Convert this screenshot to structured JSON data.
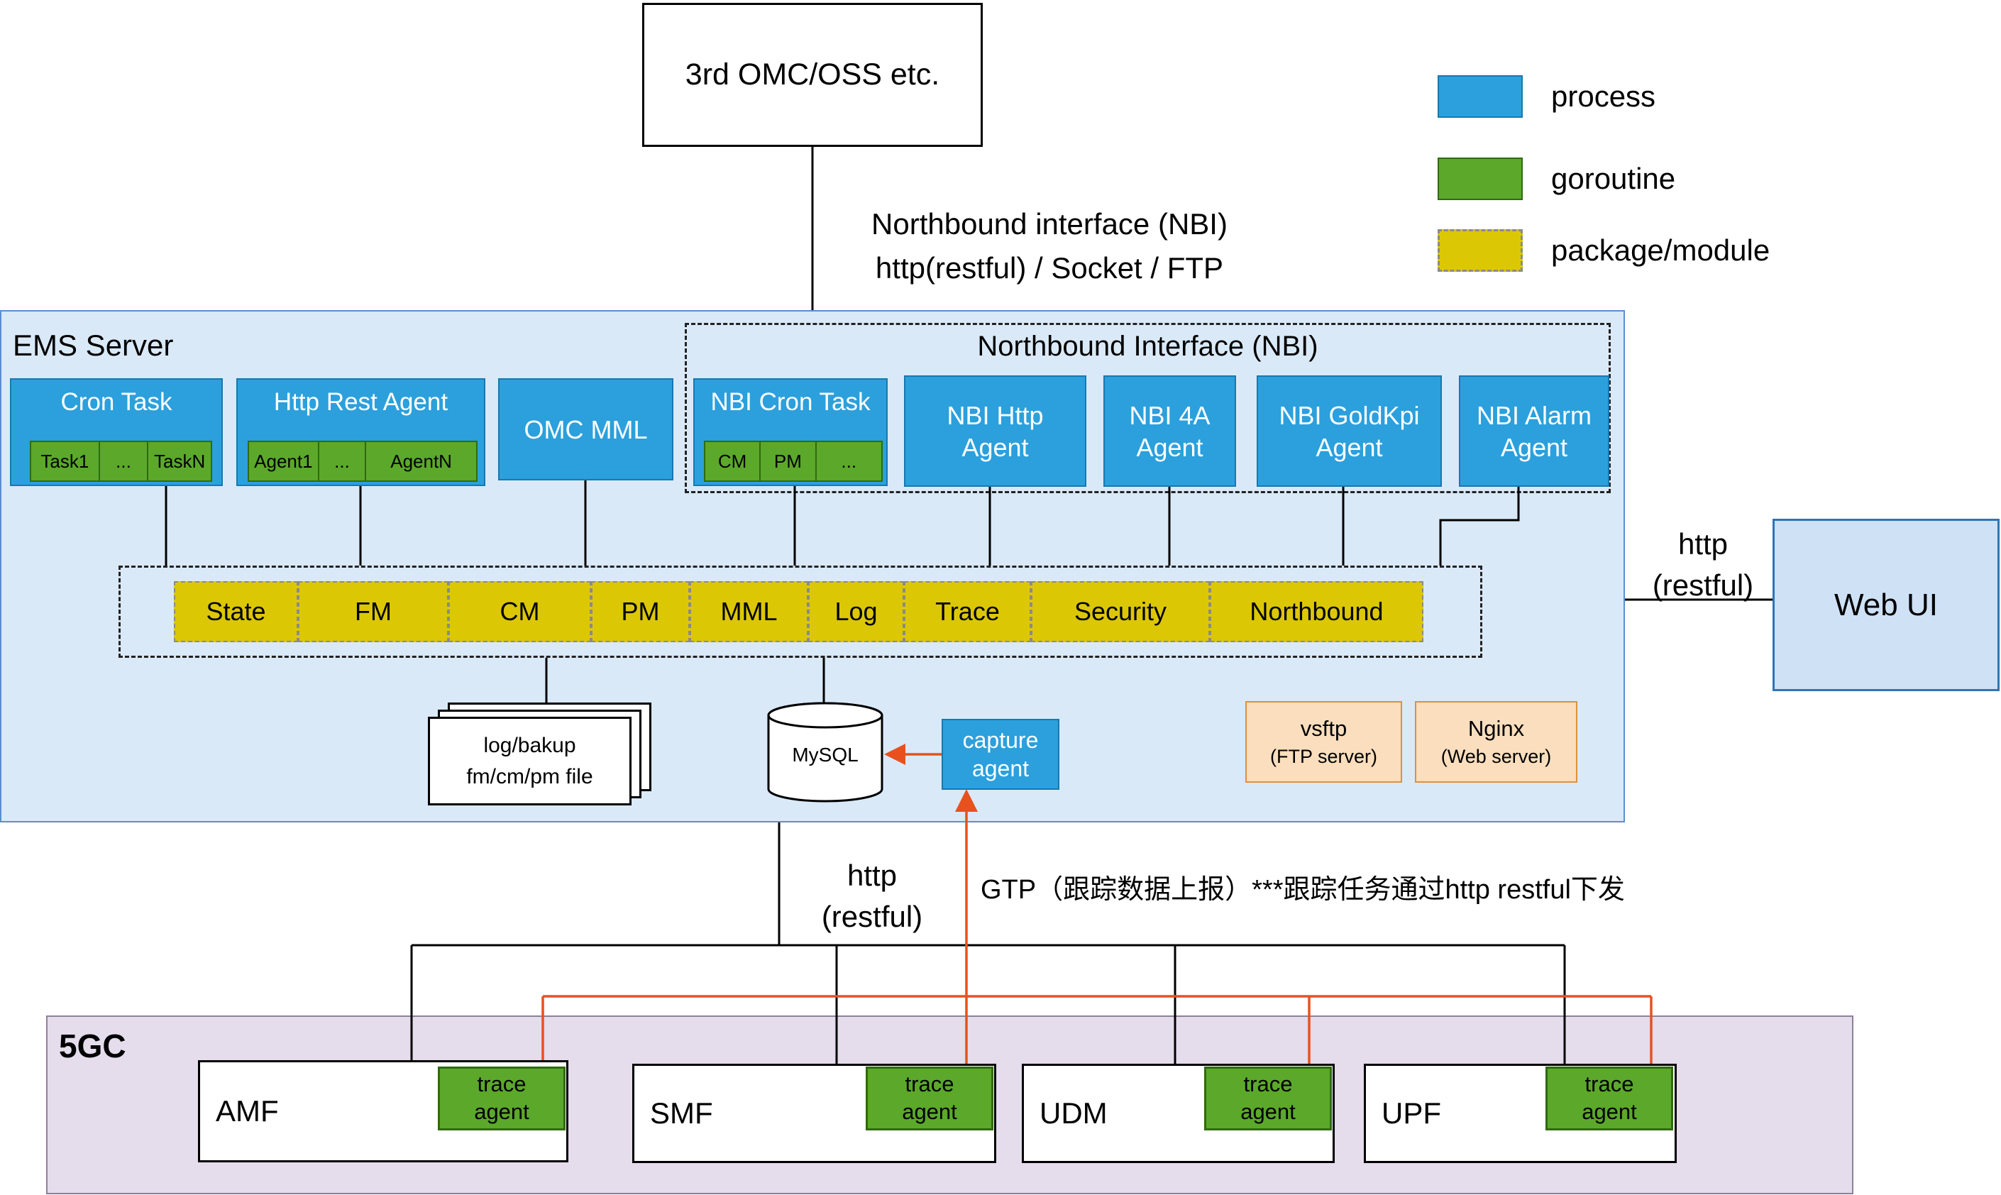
{
  "colors": {
    "process": "#2BA0DC",
    "goroutine": "#5BA82B",
    "package": "#DCC705",
    "line_accent": "#E8511E"
  },
  "external": {
    "label": "3rd OMC/OSS etc."
  },
  "legend": {
    "process": "process",
    "goroutine": "goroutine",
    "package": "package/module"
  },
  "nbi_link": {
    "line1": "Northbound interface (NBI)",
    "line2": "http(restful) / Socket / FTP"
  },
  "ems": {
    "title": "EMS Server",
    "cron_task": {
      "label": "Cron Task",
      "items": [
        "Task1",
        "...",
        "TaskN"
      ]
    },
    "http_rest_agent": {
      "label": "Http Rest Agent",
      "items": [
        "Agent1",
        "...",
        "AgentN"
      ]
    },
    "omc_mml": {
      "label": "OMC MML"
    },
    "nbi": {
      "title": "Northbound Interface (NBI)",
      "cron_task": {
        "label": "NBI Cron Task",
        "items": [
          "CM",
          "PM",
          "..."
        ]
      },
      "http_agent": "NBI Http Agent",
      "foura_agent": "NBI 4A Agent",
      "goldkpi_agent": "NBI GoldKpi Agent",
      "alarm_agent": "NBI Alarm Agent"
    },
    "modules": {
      "items": [
        "State",
        "FM",
        "CM",
        "PM",
        "MML",
        "Log",
        "Trace",
        "Security",
        "Northbound"
      ]
    },
    "files": {
      "line1": "log/bakup",
      "line2": "fm/cm/pm file"
    },
    "database": {
      "label": "MySQL"
    },
    "capture_agent": {
      "label": "capture agent"
    },
    "vsftp": {
      "name": "vsftp",
      "desc": "(FTP server)"
    },
    "nginx": {
      "name": "Nginx",
      "desc": "(Web server)"
    }
  },
  "web_ui": {
    "label": "Web UI",
    "link_line1": "http",
    "link_line2": "(restful)"
  },
  "south_links": {
    "http_line1": "http",
    "http_line2": "(restful)",
    "gtp": "GTP（跟踪数据上报）***跟踪任务通过http restful下发"
  },
  "core": {
    "title": "5GC",
    "trace_agent": "trace agent",
    "nfs": [
      {
        "name": "AMF"
      },
      {
        "name": "SMF"
      },
      {
        "name": "UDM"
      },
      {
        "name": "UPF"
      }
    ]
  }
}
